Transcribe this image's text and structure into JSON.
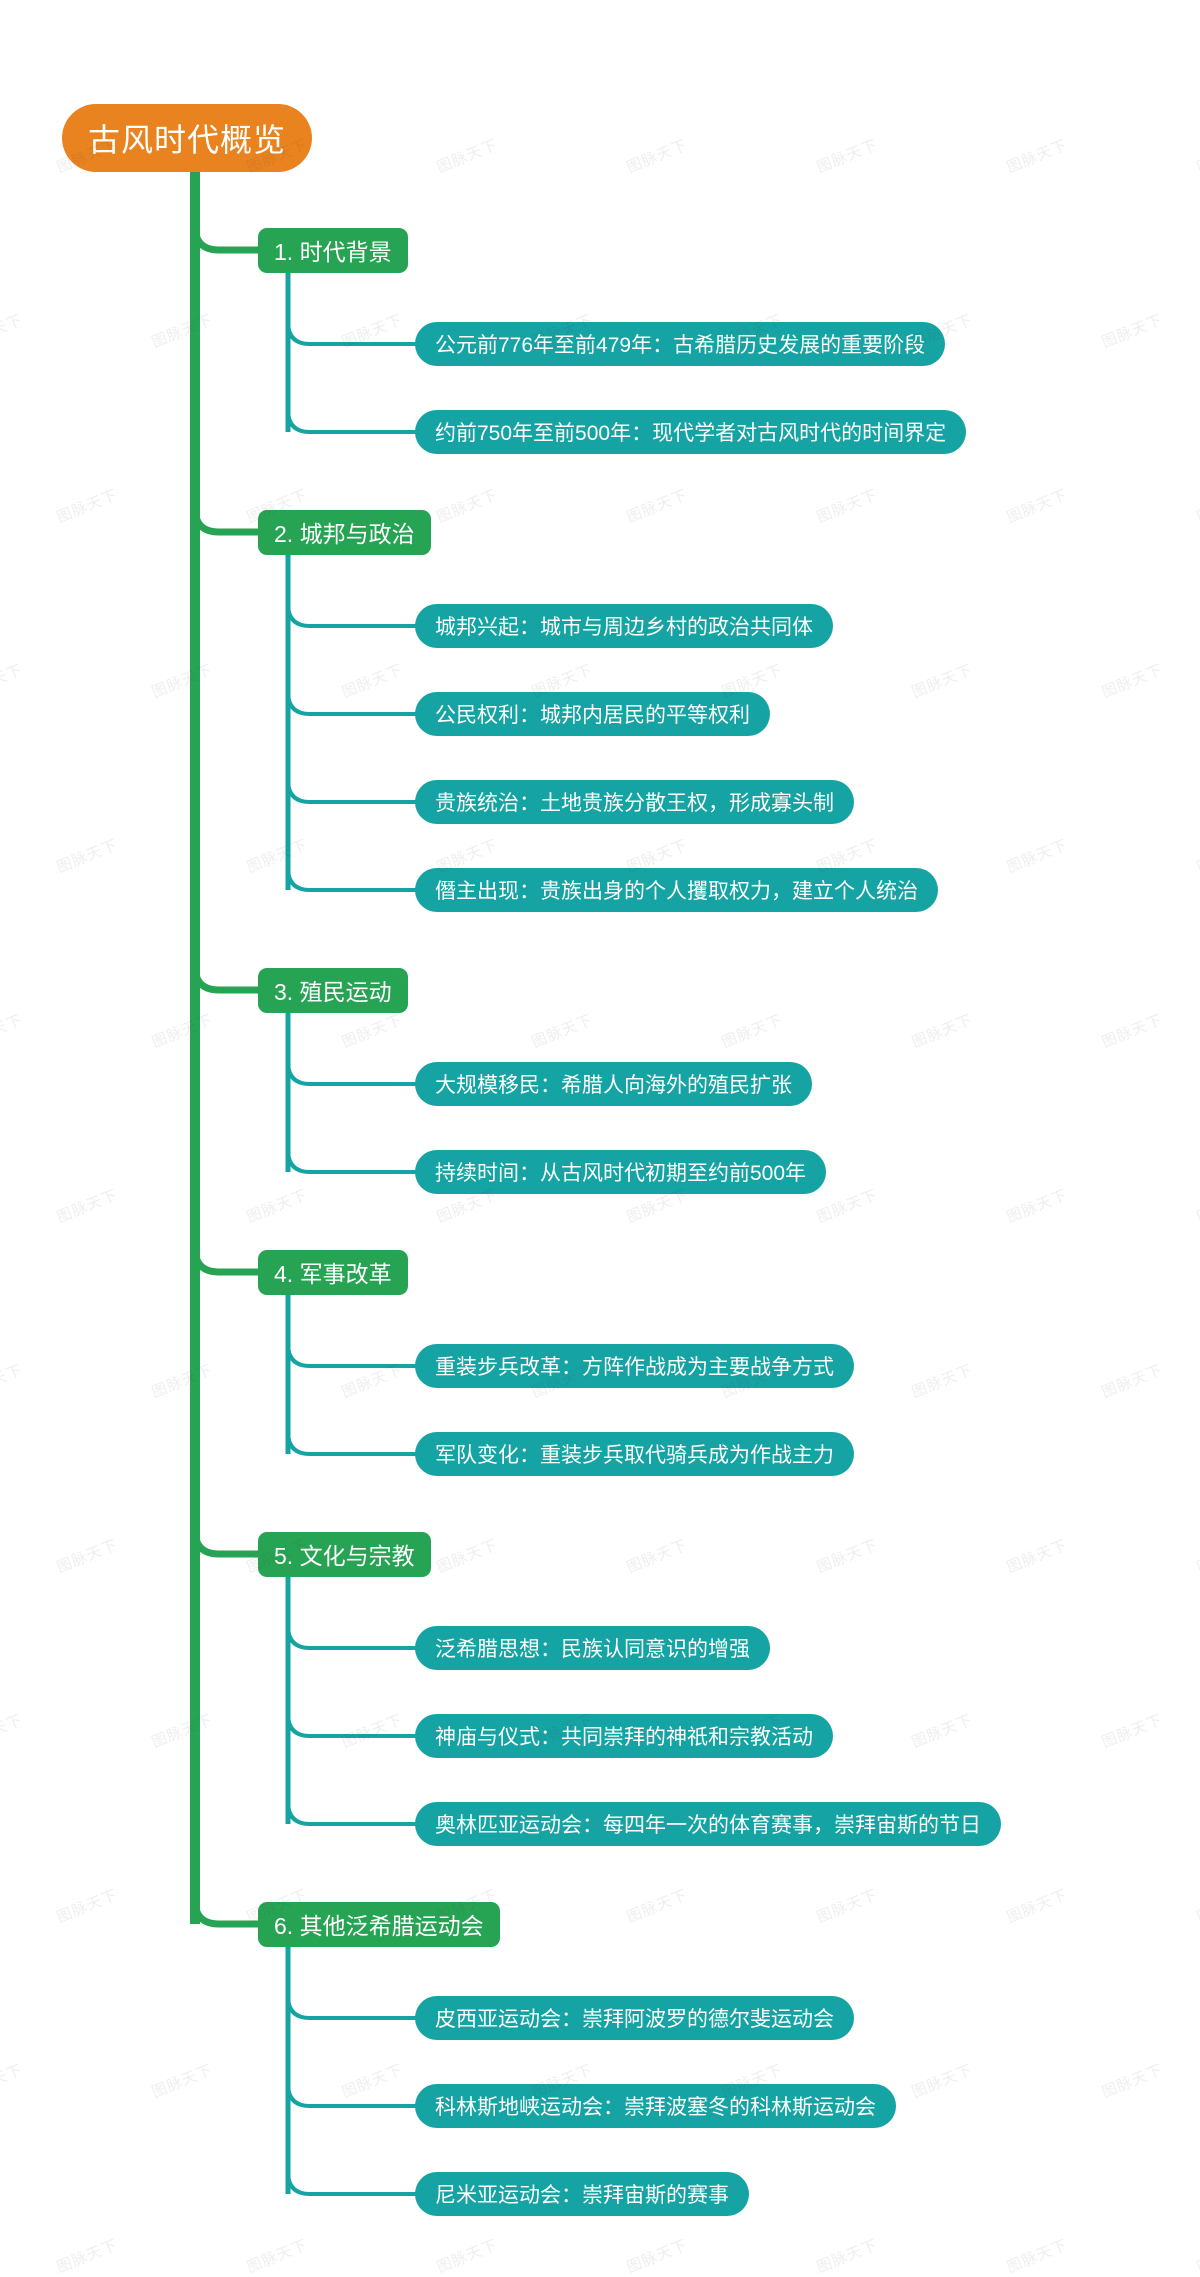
{
  "meta": {
    "title": "古风时代概览",
    "watermark_text": "图脉天下",
    "colors": {
      "root": "#e8831f",
      "level1": "#27a453",
      "level2": "#16a3a3",
      "background": "#ffffff",
      "trunk": "#27a453",
      "branch": "#16a3a3",
      "text": "#ffffff"
    }
  },
  "mindmap": {
    "root": {
      "label": "古风时代概览"
    },
    "branches": [
      {
        "label": "1. 时代背景",
        "children": [
          {
            "label": "公元前776年至前479年：古希腊历史发展的重要阶段"
          },
          {
            "label": "约前750年至前500年：现代学者对古风时代的时间界定"
          }
        ]
      },
      {
        "label": "2. 城邦与政治",
        "children": [
          {
            "label": "城邦兴起：城市与周边乡村的政治共同体"
          },
          {
            "label": "公民权利：城邦内居民的平等权利"
          },
          {
            "label": "贵族统治：土地贵族分散王权，形成寡头制"
          },
          {
            "label": "僭主出现：贵族出身的个人攫取权力，建立个人统治"
          }
        ]
      },
      {
        "label": "3. 殖民运动",
        "children": [
          {
            "label": "大规模移民：希腊人向海外的殖民扩张"
          },
          {
            "label": "持续时间：从古风时代初期至约前500年"
          }
        ]
      },
      {
        "label": "4. 军事改革",
        "children": [
          {
            "label": "重装步兵改革：方阵作战成为主要战争方式"
          },
          {
            "label": "军队变化：重装步兵取代骑兵成为作战主力"
          }
        ]
      },
      {
        "label": "5. 文化与宗教",
        "children": [
          {
            "label": "泛希腊思想：民族认同意识的增强"
          },
          {
            "label": "神庙与仪式：共同崇拜的神祇和宗教活动"
          },
          {
            "label": "奥林匹亚运动会：每四年一次的体育赛事，崇拜宙斯的节日"
          }
        ]
      },
      {
        "label": "6. 其他泛希腊运动会",
        "children": [
          {
            "label": "皮西亚运动会：崇拜阿波罗的德尔斐运动会"
          },
          {
            "label": "科林斯地峡运动会：崇拜波塞冬的科林斯运动会"
          },
          {
            "label": "尼米亚运动会：崇拜宙斯的赛事"
          }
        ]
      }
    ]
  }
}
